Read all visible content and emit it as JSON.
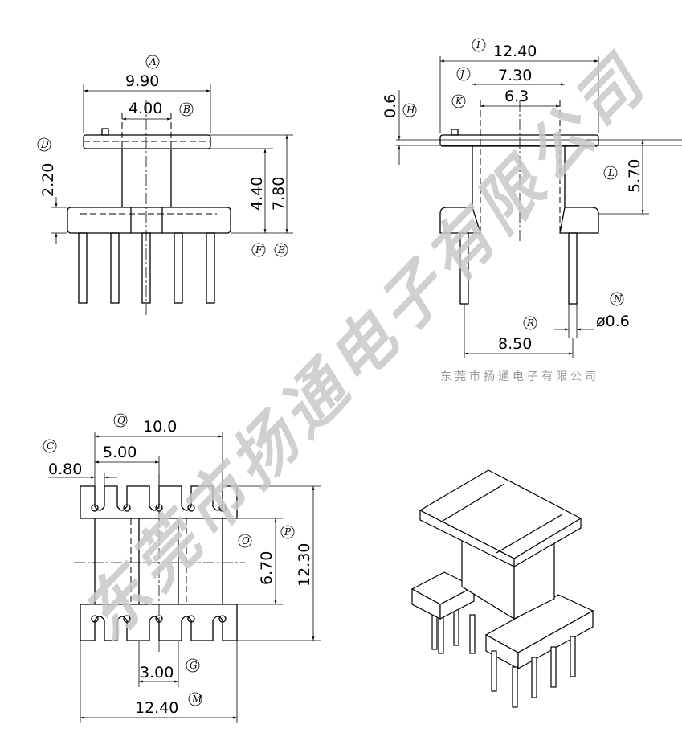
{
  "watermark": {
    "text": "东莞市扬通电子有限公司",
    "small_text": "东莞市扬通电子有限公司"
  },
  "front_view": {
    "A": {
      "label": "A",
      "value": "9.90"
    },
    "B": {
      "label": "B",
      "value": "4.00"
    },
    "D": {
      "label": "D",
      "value": "2.20"
    },
    "height_inner": "4.40",
    "height_total": "7.80",
    "F": {
      "label": "F"
    },
    "E": {
      "label": "E"
    }
  },
  "side_view": {
    "I": {
      "label": "I",
      "value": "12.40"
    },
    "J": {
      "label": "J",
      "value": "7.30"
    },
    "K": {
      "label": "K",
      "value": "6.3"
    },
    "H": {
      "label": "H",
      "value": "0.6"
    },
    "L": {
      "label": "L",
      "value": "5.70"
    },
    "N": {
      "label": "N",
      "value": "ø0.6"
    },
    "R": {
      "label": "R",
      "value": "8.50"
    }
  },
  "bottom_view": {
    "Q": {
      "label": "Q",
      "value": "10.0"
    },
    "C": {
      "label": "C",
      "value": "0.80"
    },
    "pitch": "5.00",
    "O": {
      "label": "O",
      "value": "6.70"
    },
    "P": {
      "label": "P",
      "value": "12.30"
    },
    "G": {
      "label": "G",
      "value": "3.00"
    },
    "M": {
      "label": "M",
      "value": "12.40"
    }
  }
}
